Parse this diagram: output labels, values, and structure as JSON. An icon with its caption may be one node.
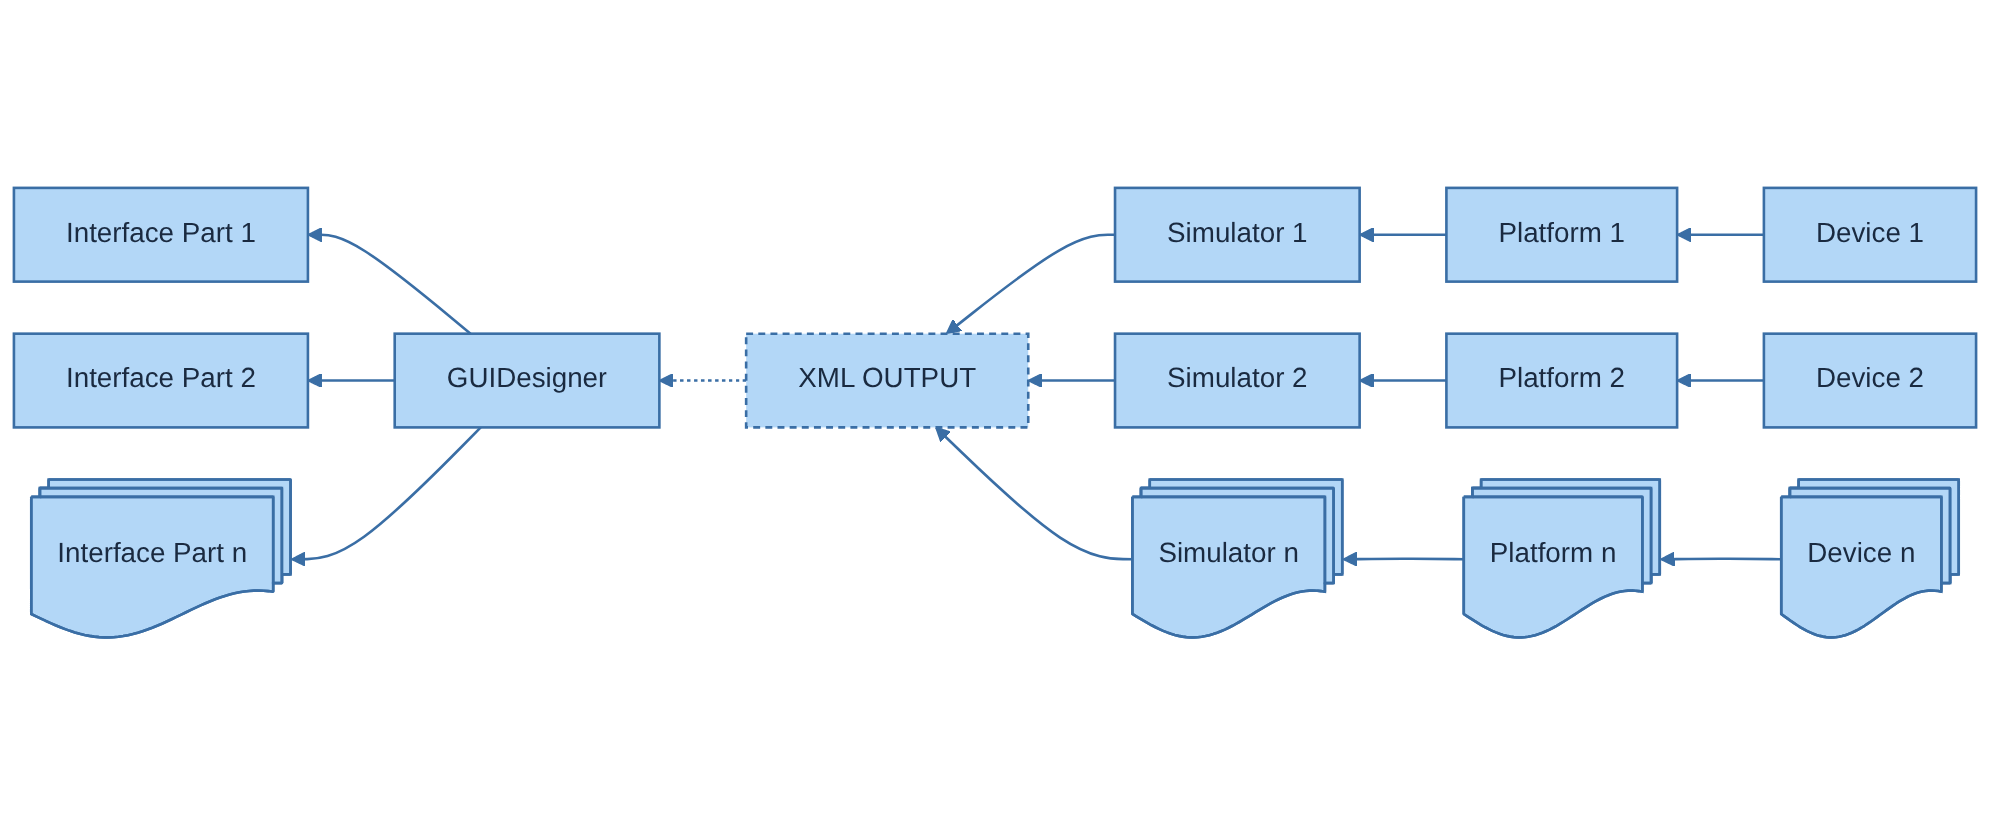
{
  "diagram": {
    "nodes": [
      {
        "text": [
          "Interface Part 1"
        ]
      },
      {
        "text": [
          "Interface Part 2"
        ]
      },
      {
        "text": [
          "Interface Part n"
        ]
      },
      {
        "text": [
          "GUIDesigner"
        ]
      },
      {
        "text": [
          "XML OUTPUT"
        ]
      },
      {
        "text": [
          "Simulator 1"
        ]
      },
      {
        "text": [
          "Platform 1"
        ]
      },
      {
        "text": [
          "Device 1"
        ]
      },
      {
        "text": [
          "Simulator 2"
        ]
      },
      {
        "text": [
          "Platform 2"
        ]
      },
      {
        "text": [
          "Device 2"
        ]
      },
      {
        "text": [
          "Simulator n"
        ]
      },
      {
        "text": [
          "Platform n"
        ]
      },
      {
        "text": [
          "Device n"
        ]
      }
    ],
    "edges": [
      {
        "from": 3,
        "to": 0,
        "arrow": "to"
      },
      {
        "from": 3,
        "to": 1,
        "arrow": "to"
      },
      {
        "from": 3,
        "to": 2,
        "arrow": "to"
      },
      {
        "from": 4,
        "to": 3,
        "arrow": "to",
        "style": "dashed"
      },
      {
        "from": 5,
        "to": 4,
        "arrow": "to"
      },
      {
        "from": 8,
        "to": 4,
        "arrow": "to"
      },
      {
        "from": 11,
        "to": 4,
        "arrow": "to"
      },
      {
        "from": 6,
        "to": 5,
        "arrow": "to"
      },
      {
        "from": 7,
        "to": 6,
        "arrow": "to"
      },
      {
        "from": 9,
        "to": 8,
        "arrow": "to"
      },
      {
        "from": 10,
        "to": 9,
        "arrow": "to"
      },
      {
        "from": 12,
        "to": 11,
        "arrow": "to"
      },
      {
        "from": 13,
        "to": 12,
        "arrow": "to"
      }
    ]
  }
}
